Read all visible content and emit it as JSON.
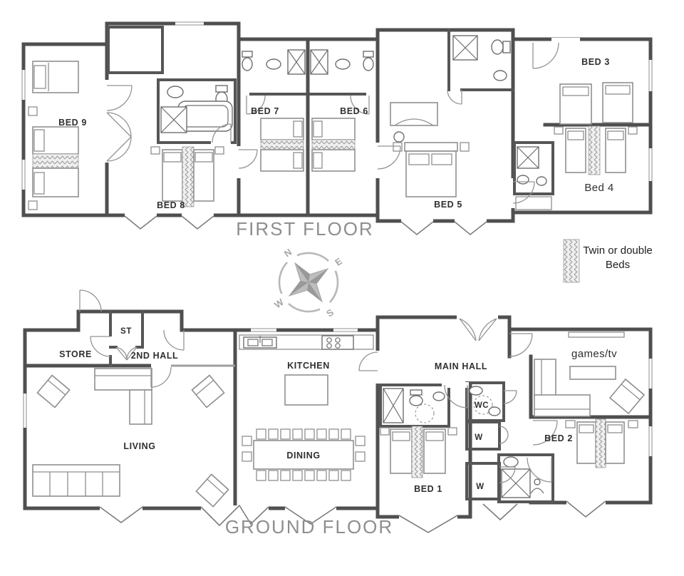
{
  "titles": {
    "first_floor": "FIRST FLOOR",
    "ground_floor": "GROUND FLOOR"
  },
  "first_floor_rooms": {
    "bed9": "BED 9",
    "bed8": "BED 8",
    "bed7": "BED 7",
    "bed6": "BED 6",
    "bed5": "BED 5",
    "bed3": "BED 3",
    "bed4": "Bed 4"
  },
  "ground_floor_rooms": {
    "store": "STORE",
    "st": "ST",
    "second_hall": "2ND HALL",
    "living": "LIVING",
    "kitchen": "KITCHEN",
    "dining": "DINING",
    "main_hall": "MAIN HALL",
    "games_tv": "games/tv",
    "bed1": "BED 1",
    "bed2": "BED 2",
    "wc": "WC",
    "w1": "W",
    "w2": "W"
  },
  "compass": {
    "north": "N",
    "east": "E",
    "south": "S",
    "west": "W"
  },
  "legend": {
    "line1": "Twin or double",
    "line2": "Beds"
  },
  "colors": {
    "wall": "#4f4f4f",
    "furniture": "#8f8f8f",
    "label": "#2f2f2f",
    "title": "#8e8e8e",
    "compass": "#b0b0b0",
    "hatch": "#9a9a9a",
    "background": "#ffffff"
  }
}
